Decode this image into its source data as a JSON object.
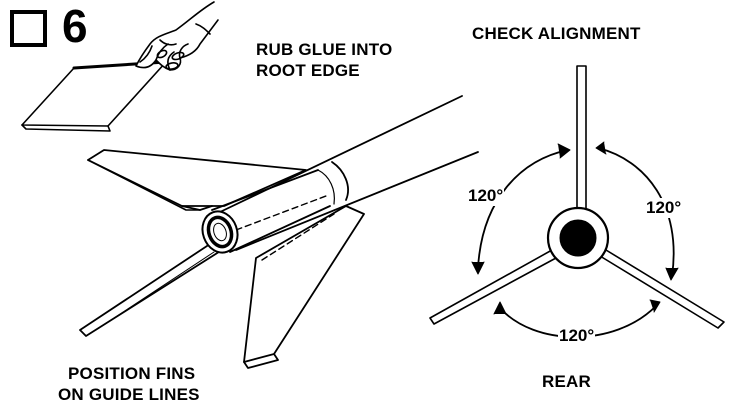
{
  "step": {
    "number": "6",
    "checkbox_checked": false
  },
  "instructions": {
    "rub_glue_line1": "RUB GLUE INTO",
    "rub_glue_line2": "ROOT EDGE",
    "position_fins_line1": "POSITION FINS",
    "position_fins_line2": "ON GUIDE LINES",
    "check_alignment": "CHECK ALIGNMENT",
    "rear": "REAR"
  },
  "angles": {
    "left": "120°",
    "right": "120°",
    "bottom": "120°"
  },
  "colors": {
    "ink": "#000000",
    "paper": "#ffffff"
  }
}
